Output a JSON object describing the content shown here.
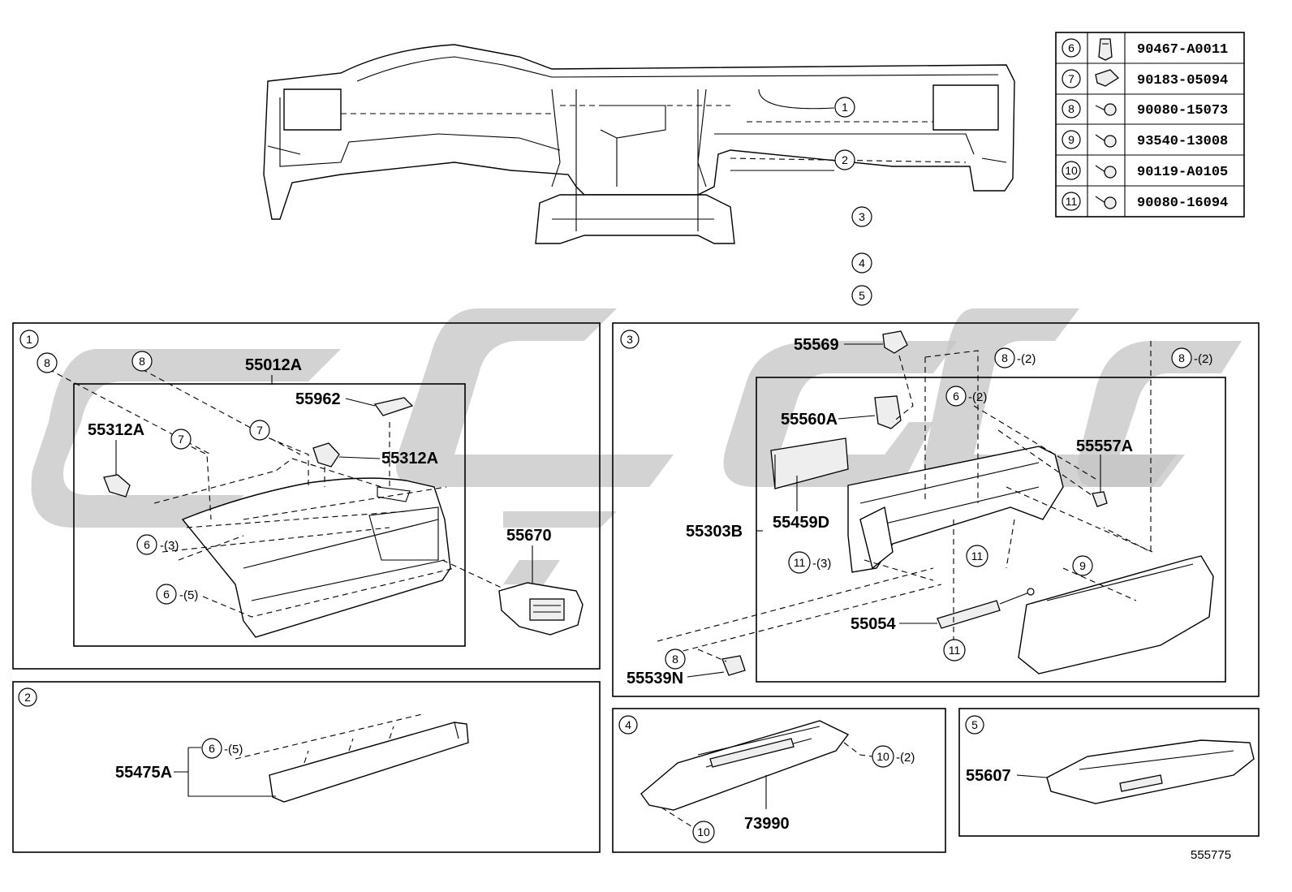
{
  "legend": [
    {
      "num": "6",
      "part": "90467-A0011",
      "icon": "clip-icon"
    },
    {
      "num": "7",
      "part": "90183-05094",
      "icon": "clip-icon"
    },
    {
      "num": "8",
      "part": "90080-15073",
      "icon": "screw-icon"
    },
    {
      "num": "9",
      "part": "93540-13008",
      "icon": "screw-icon"
    },
    {
      "num": "10",
      "part": "90119-A0105",
      "icon": "screw-icon"
    },
    {
      "num": "11",
      "part": "90080-16094",
      "icon": "screw-icon"
    }
  ],
  "overview": {
    "callouts": [
      "1",
      "2",
      "3",
      "4",
      "5"
    ]
  },
  "panel1": {
    "num": "1",
    "parts": {
      "p55012A": "55012A",
      "p55962": "55962",
      "p55312A_left": "55312A",
      "p55312A_right": "55312A",
      "p55670": "55670"
    },
    "callouts": {
      "c8a": "8",
      "c8b": "8",
      "c7a": "7",
      "c7b": "7",
      "c6a": "6",
      "c6a_qty": "-(3)",
      "c6b": "6",
      "c6b_qty": "-(5)"
    }
  },
  "panel2": {
    "num": "2",
    "parts": {
      "p55475A": "55475A"
    },
    "callouts": {
      "c6": "6",
      "c6_qty": "-(5)"
    }
  },
  "panel3": {
    "num": "3",
    "parts": {
      "p55569": "55569",
      "p55560A": "55560A",
      "p55459D": "55459D",
      "p55303B": "55303B",
      "p55557A": "55557A",
      "p55054": "55054",
      "p55539N": "55539N"
    },
    "callouts": {
      "c8a": "8",
      "c8a_qty": "-(2)",
      "c8b": "8",
      "c8b_qty": "-(2)",
      "c6": "6",
      "c6_qty": "-(2)",
      "c11a": "11",
      "c11a_qty": "-(3)",
      "c11b": "11",
      "c11c": "11",
      "c9": "9",
      "c8c": "8"
    }
  },
  "panel4": {
    "num": "4",
    "parts": {
      "p73990": "73990"
    },
    "callouts": {
      "c10a": "10",
      "c10a_qty": "-(2)",
      "c10b": "10"
    }
  },
  "panel5": {
    "num": "5",
    "parts": {
      "p55607": "55607"
    }
  },
  "diagram_code": "555775"
}
